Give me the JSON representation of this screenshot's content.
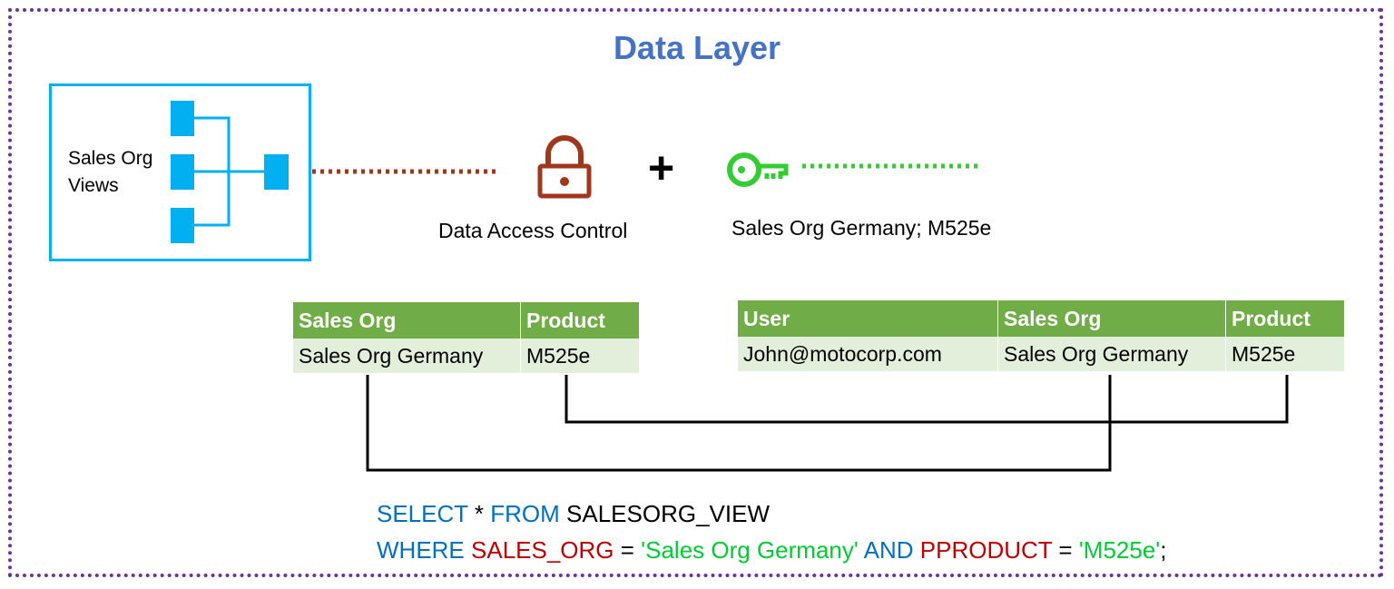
{
  "diagram": {
    "title": "Data Layer",
    "views_box": {
      "label_line1": "Sales Org",
      "label_line2": "Views"
    },
    "access_control": {
      "label": "Data Access Control",
      "icon": "padlock-icon"
    },
    "plus_symbol": "+",
    "key": {
      "label": "Sales Org Germany; M525e",
      "icon": "key-icon"
    },
    "colors": {
      "frame": "#7030a0",
      "title": "#4472c4",
      "views_box": "#00b0f0",
      "lock": "#a0361b",
      "key": "#33cc33",
      "table_header": "#70ad47",
      "table_row": "#e2efda",
      "sql_keyword": "#0070c0",
      "sql_identifier": "#c00000",
      "sql_string": "#00cc33"
    },
    "view_table": {
      "headers": [
        "Sales Org",
        "Product"
      ],
      "rows": [
        [
          "Sales Org Germany",
          "M525e"
        ]
      ]
    },
    "user_table": {
      "headers": [
        "User",
        "Sales Org",
        "Product"
      ],
      "rows": [
        [
          "John@motocorp.com",
          "Sales Org Germany",
          "M525e"
        ]
      ]
    },
    "sql": {
      "line1": {
        "kw1": "SELECT",
        "star": " * ",
        "kw2": "FROM",
        "table": " SALESORG_VIEW"
      },
      "line2": {
        "kw_where": "WHERE",
        "col1": " SALES_ORG",
        "eq1": " = ",
        "val1": "'Sales Org Germany'",
        "kw_and": " AND",
        "col2": " PPRODUCT",
        "eq2": " = ",
        "val2": "'M525e'",
        "end": ";"
      }
    }
  }
}
